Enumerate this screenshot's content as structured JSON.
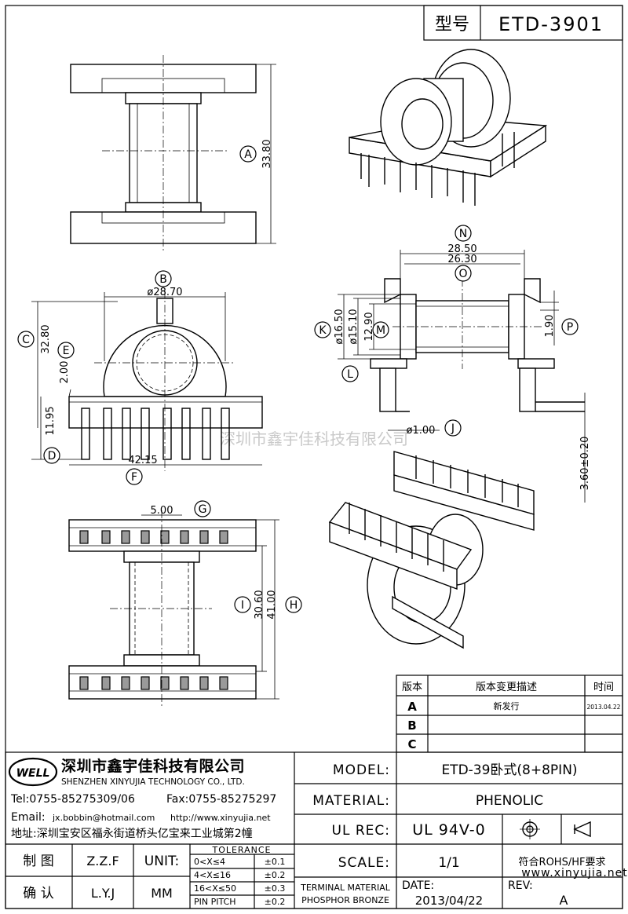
{
  "header": {
    "type_label": "型号",
    "part_no": "ETD-3901"
  },
  "dimensions": {
    "A": "33.80",
    "B": "ø28.70",
    "C": "32.80",
    "E": "2.00",
    "D": "11.95",
    "F": "42.15",
    "G": "5.00",
    "H": "41.00",
    "I": "30.60",
    "N": "28.50",
    "O": "26.30",
    "K": "ø16.50",
    "L": "ø15.10",
    "M": "12.90",
    "P": "1.90",
    "J": "ø1.00",
    "pin_len": "3.60±0.20"
  },
  "callouts": [
    "A",
    "B",
    "C",
    "E",
    "D",
    "F",
    "G",
    "H",
    "I",
    "N",
    "O",
    "K",
    "L",
    "M",
    "P",
    "J"
  ],
  "watermark": "深圳市鑫宇佳科技有限公司",
  "watermark_url": "www.xinyujia.net",
  "revision_table": {
    "headers": [
      "版本",
      "版本变更描述",
      "时间"
    ],
    "rows": [
      {
        "rev": "A",
        "desc": "新发行",
        "date": "2013.04.22"
      },
      {
        "rev": "B",
        "desc": "",
        "date": ""
      },
      {
        "rev": "C",
        "desc": "",
        "date": ""
      }
    ]
  },
  "company": {
    "logo": "WELL",
    "name_cn": "深圳市鑫宇佳科技有限公司",
    "name_en": "SHENZHEN XINYUJIA TECHNOLOGY CO., LTD.",
    "tel": "Tel:0755-85275309/06",
    "fax": "Fax:0755-85275297",
    "email_label": "Email:",
    "email": "jx.bobbin@hotmail.com",
    "http": "http://www.xinyujia.net",
    "address": "地址:深圳宝安区福永街道桥头亿宝来工业城第2幢"
  },
  "title_block": {
    "model_label": "MODEL:",
    "model": "ETD-39卧式(8+8PIN)",
    "material_label": "MATERIAL:",
    "material": "PHENOLIC",
    "ulrec_label": "UL REC:",
    "ulrec": "UL 94V-0",
    "scale_label": "SCALE:",
    "scale": "1/1",
    "rohs": "符合ROHS/HF要求",
    "drawn_label": "制 图",
    "drawn": "Z.Z.F",
    "checked_label": "确 认",
    "checked": "L.Y.J",
    "unit_label": "UNIT:",
    "unit": "MM",
    "tolerance_label": "TOLERANCE",
    "tolerances": [
      {
        "range": "0<X≤4",
        "value": "±0.1"
      },
      {
        "range": "4<X≤16",
        "value": "±0.2"
      },
      {
        "range": "16<X≤50",
        "value": "±0.3"
      },
      {
        "range": "PIN PITCH",
        "value": "±0.2"
      }
    ],
    "terminal_label": "TERMINAL MATERIAL",
    "terminal": "PHOSPHOR BRONZE",
    "date_label": "DATE:",
    "date": "2013/04/22",
    "rev_label": "REV:",
    "rev": "A"
  }
}
